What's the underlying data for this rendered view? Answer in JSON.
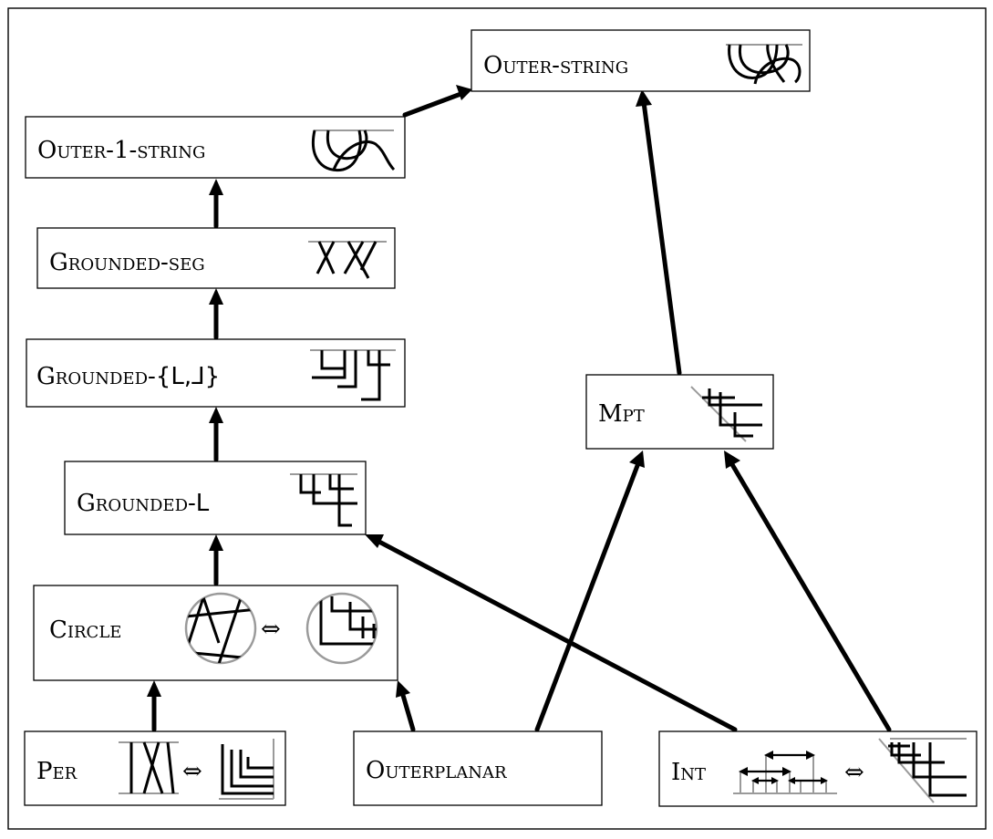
{
  "diagram": {
    "nodes": {
      "outer_string": {
        "label": "Outer-string"
      },
      "outer_1_string": {
        "label": "Outer-1-string"
      },
      "grounded_seg": {
        "label": "Grounded-seg"
      },
      "grounded_lj": {
        "label_prefix": "Grounded-",
        "label_set": "{L,⅃}"
      },
      "mpt": {
        "label": "Mpt"
      },
      "grounded_l": {
        "label_prefix": "Grounded-",
        "label_suffix": "L"
      },
      "circle": {
        "label": "Circle",
        "equiv": "⇔"
      },
      "per": {
        "label": "Per",
        "equiv": "⇔"
      },
      "outerplanar": {
        "label": "Outerplanar"
      },
      "int": {
        "label": "Int",
        "equiv": "⇔"
      }
    },
    "edges": [
      {
        "from": "Outer-1-string",
        "to": "Outer-string"
      },
      {
        "from": "Mpt",
        "to": "Outer-string"
      },
      {
        "from": "Grounded-seg",
        "to": "Outer-1-string"
      },
      {
        "from": "Grounded-{L,⅃}",
        "to": "Grounded-seg"
      },
      {
        "from": "Grounded-L",
        "to": "Grounded-{L,⅃}"
      },
      {
        "from": "Circle",
        "to": "Grounded-L"
      },
      {
        "from": "Int",
        "to": "Grounded-L"
      },
      {
        "from": "Outerplanar",
        "to": "Mpt"
      },
      {
        "from": "Int",
        "to": "Mpt"
      },
      {
        "from": "Per",
        "to": "Circle"
      },
      {
        "from": "Outerplanar",
        "to": "Circle"
      }
    ]
  }
}
